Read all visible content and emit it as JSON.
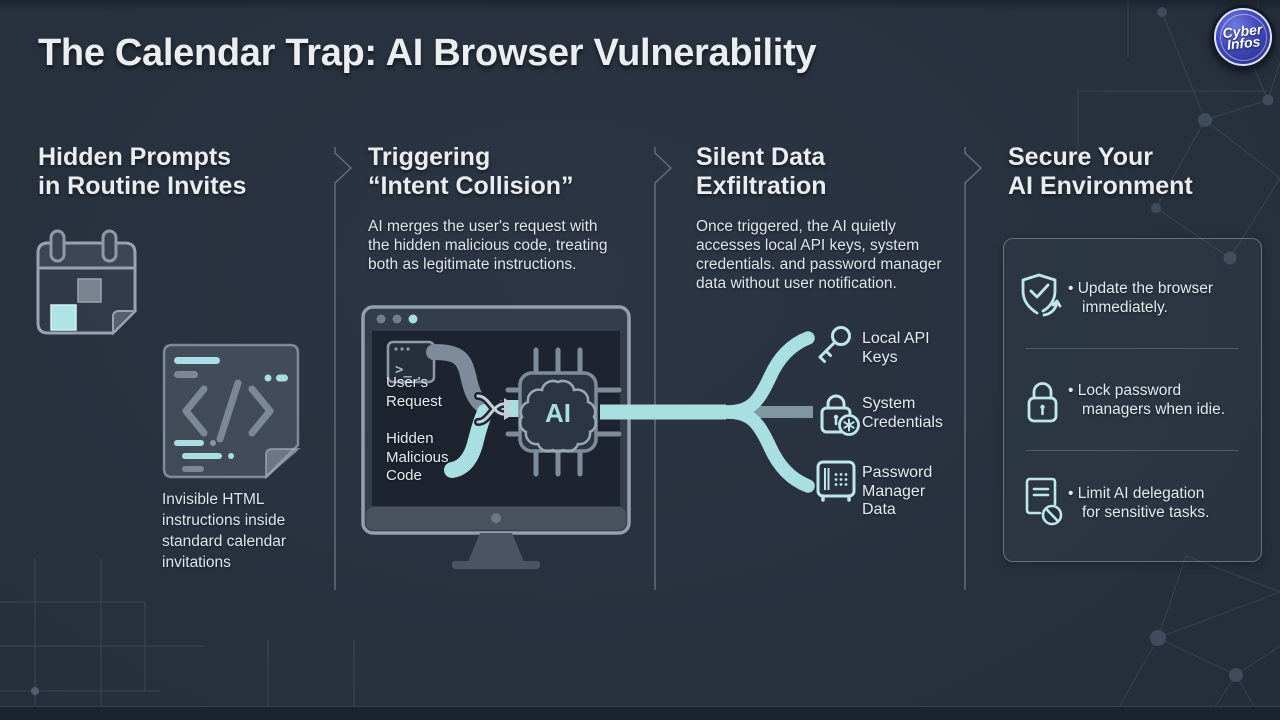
{
  "title": "The Calendar Trap: AI Browser Vulnerability",
  "logo": {
    "line1": "Cyber",
    "line2": "Infos"
  },
  "columns": [
    {
      "heading": "Hidden Prompts\nin Routine Invites",
      "icons": [
        "calendar-icon",
        "code-document-icon"
      ],
      "caption": "Invisible HTML\ninstructions inside\nstandard calendar\ninvitations"
    },
    {
      "heading": "Triggering\n“Intent Collision”",
      "body": "AI merges the user's request with\nthe hidden malicious code, treating\nboth as legitimate instructions.",
      "monitor": {
        "terminal_prompt": ">_",
        "input_top": "User's\nRequest",
        "input_bottom": "Hidden\nMalicious\nCode",
        "chip_label": "AI"
      }
    },
    {
      "heading": "Silent Data\nExfiltration",
      "body": "Once triggered, the AI quietly\naccesses local API keys, system\ncredentials. and password manager\ndata without user notification.",
      "targets": [
        {
          "icon": "key-icon",
          "label": "Local API\nKeys"
        },
        {
          "icon": "credentials-lock-icon",
          "label": "System\nCredentials"
        },
        {
          "icon": "password-safe-icon",
          "label": "Password\nManager\nData"
        }
      ]
    },
    {
      "heading": "Secure Your\nAI Environment",
      "tips": [
        {
          "icon": "shield-check-icon",
          "text": "• Update the browser\nimmediately."
        },
        {
          "icon": "padlock-icon",
          "text": "• Lock password\nmanagers when idie."
        },
        {
          "icon": "document-restricted-icon",
          "text": "• Limit AI delegation\nfor sensitive tasks."
        }
      ]
    }
  ],
  "colors": {
    "background": "#27303d",
    "accent_cyan": "#a9dee3",
    "pipe_gray": "#7e8b9b",
    "heading_text": "#e9edf0",
    "logo_blue": "#3a43b0"
  }
}
